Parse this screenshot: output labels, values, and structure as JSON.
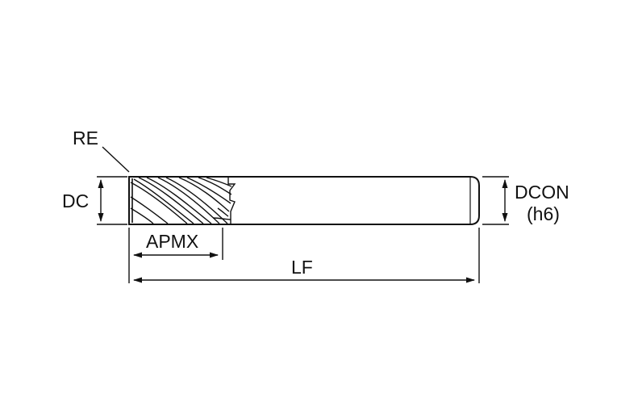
{
  "labels": {
    "re": "RE",
    "dc": "DC",
    "apmx": "APMX",
    "lf": "LF",
    "dcon": "DCON",
    "dcon_tolerance": "(h6)"
  },
  "colors": {
    "line": "#111111",
    "background": "#ffffff"
  }
}
